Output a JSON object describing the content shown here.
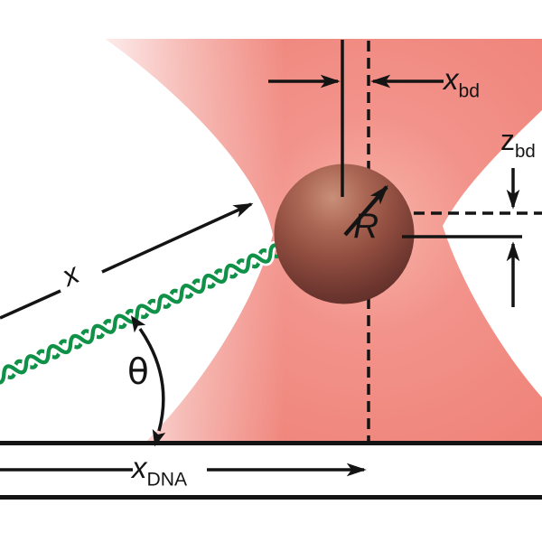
{
  "figure": {
    "kind": "optical-trap-dna-tether-diagram",
    "labels": {
      "x_bd": {
        "base": "x",
        "sub": "bd"
      },
      "z_bd": {
        "base": "z",
        "sub": "bd"
      },
      "radius": {
        "base": "R"
      },
      "extension": {
        "base": "x"
      },
      "angle": {
        "base": "θ"
      },
      "x_dna": {
        "base": "x",
        "sub": "DNA"
      }
    },
    "colors": {
      "background": "#ffffff",
      "trap_beam_outer": "#ef8379",
      "trap_beam_waist": "#fad3cb",
      "bead_highlight": "#c98f79",
      "bead_dark": "#582b25",
      "dna_green": "#0f9148",
      "ink": "#141414"
    }
  }
}
